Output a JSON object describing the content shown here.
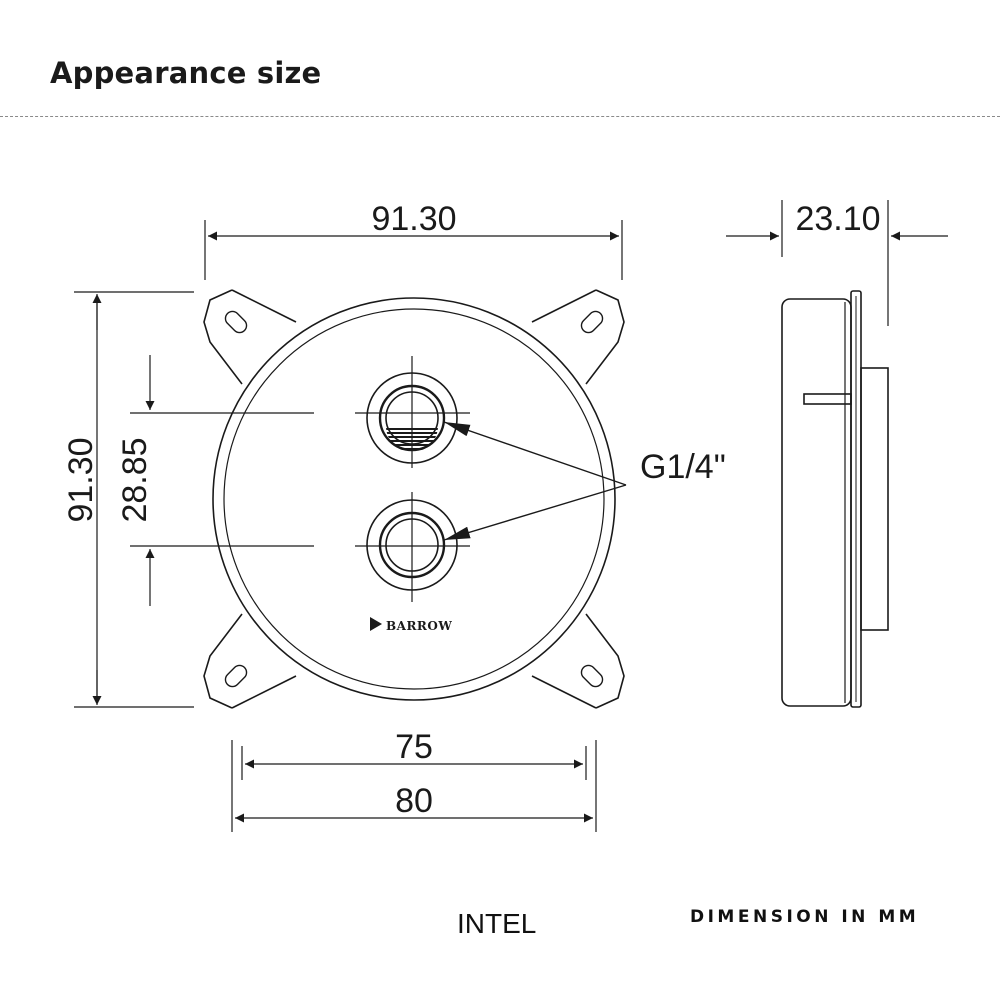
{
  "header": {
    "title": "Appearance size"
  },
  "dimensions": {
    "top_width": "91.30",
    "left_height": "91.30",
    "port_spacing": "28.85",
    "thickness": "23.10",
    "inner_width": "75",
    "outer_width": "80"
  },
  "callout": {
    "thread": "G1/4\""
  },
  "logo": {
    "text": "BARROW"
  },
  "footer": {
    "platform": "INTEL",
    "units": "DIMENSION IN MM"
  }
}
